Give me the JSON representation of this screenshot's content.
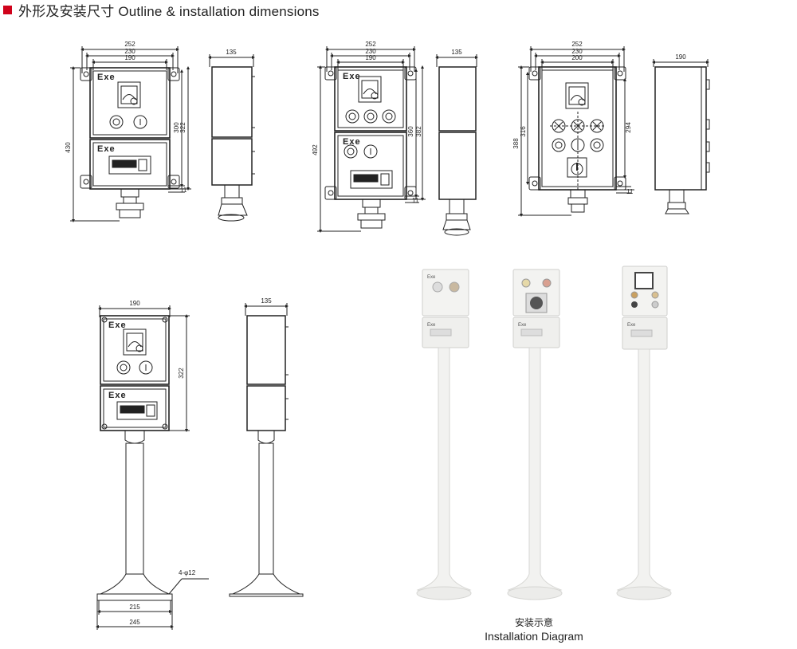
{
  "header": {
    "title": "外形及安装尺寸 Outline & installation dimensions",
    "marker_color": "#d0021b"
  },
  "drawing1": {
    "w1": "252",
    "w2": "230",
    "w3": "190",
    "side": "135",
    "h_total": "430",
    "h1": "300",
    "h2": "322",
    "foot": "11",
    "exe_top": "Exe",
    "exe_bottom": "Exe"
  },
  "drawing2": {
    "w1": "252",
    "w2": "230",
    "w3": "190",
    "side": "135",
    "h_total": "492",
    "h1": "360",
    "h2": "382",
    "foot": "11",
    "exe_top": "Exe",
    "exe_bottom": "Exe"
  },
  "drawing3": {
    "w1": "252",
    "w2": "230",
    "w3": "200",
    "side": "190",
    "h_total": "388",
    "h1": "316",
    "h2": "294",
    "foot": "11"
  },
  "drawing4": {
    "width": "190",
    "side": "135",
    "height": "322",
    "exe_top": "Exe",
    "exe_bottom": "Exe",
    "hole": "4-φ12",
    "base_inner": "215",
    "base_outer": "245"
  },
  "photos": [
    {
      "exe_top": "Exe",
      "exe_bottom": "Exe"
    },
    {
      "exe_bottom": "Exe"
    },
    {
      "exe_bottom": "Exe"
    }
  ],
  "caption": {
    "zh": "安装示意",
    "en": "Installation Diagram"
  }
}
